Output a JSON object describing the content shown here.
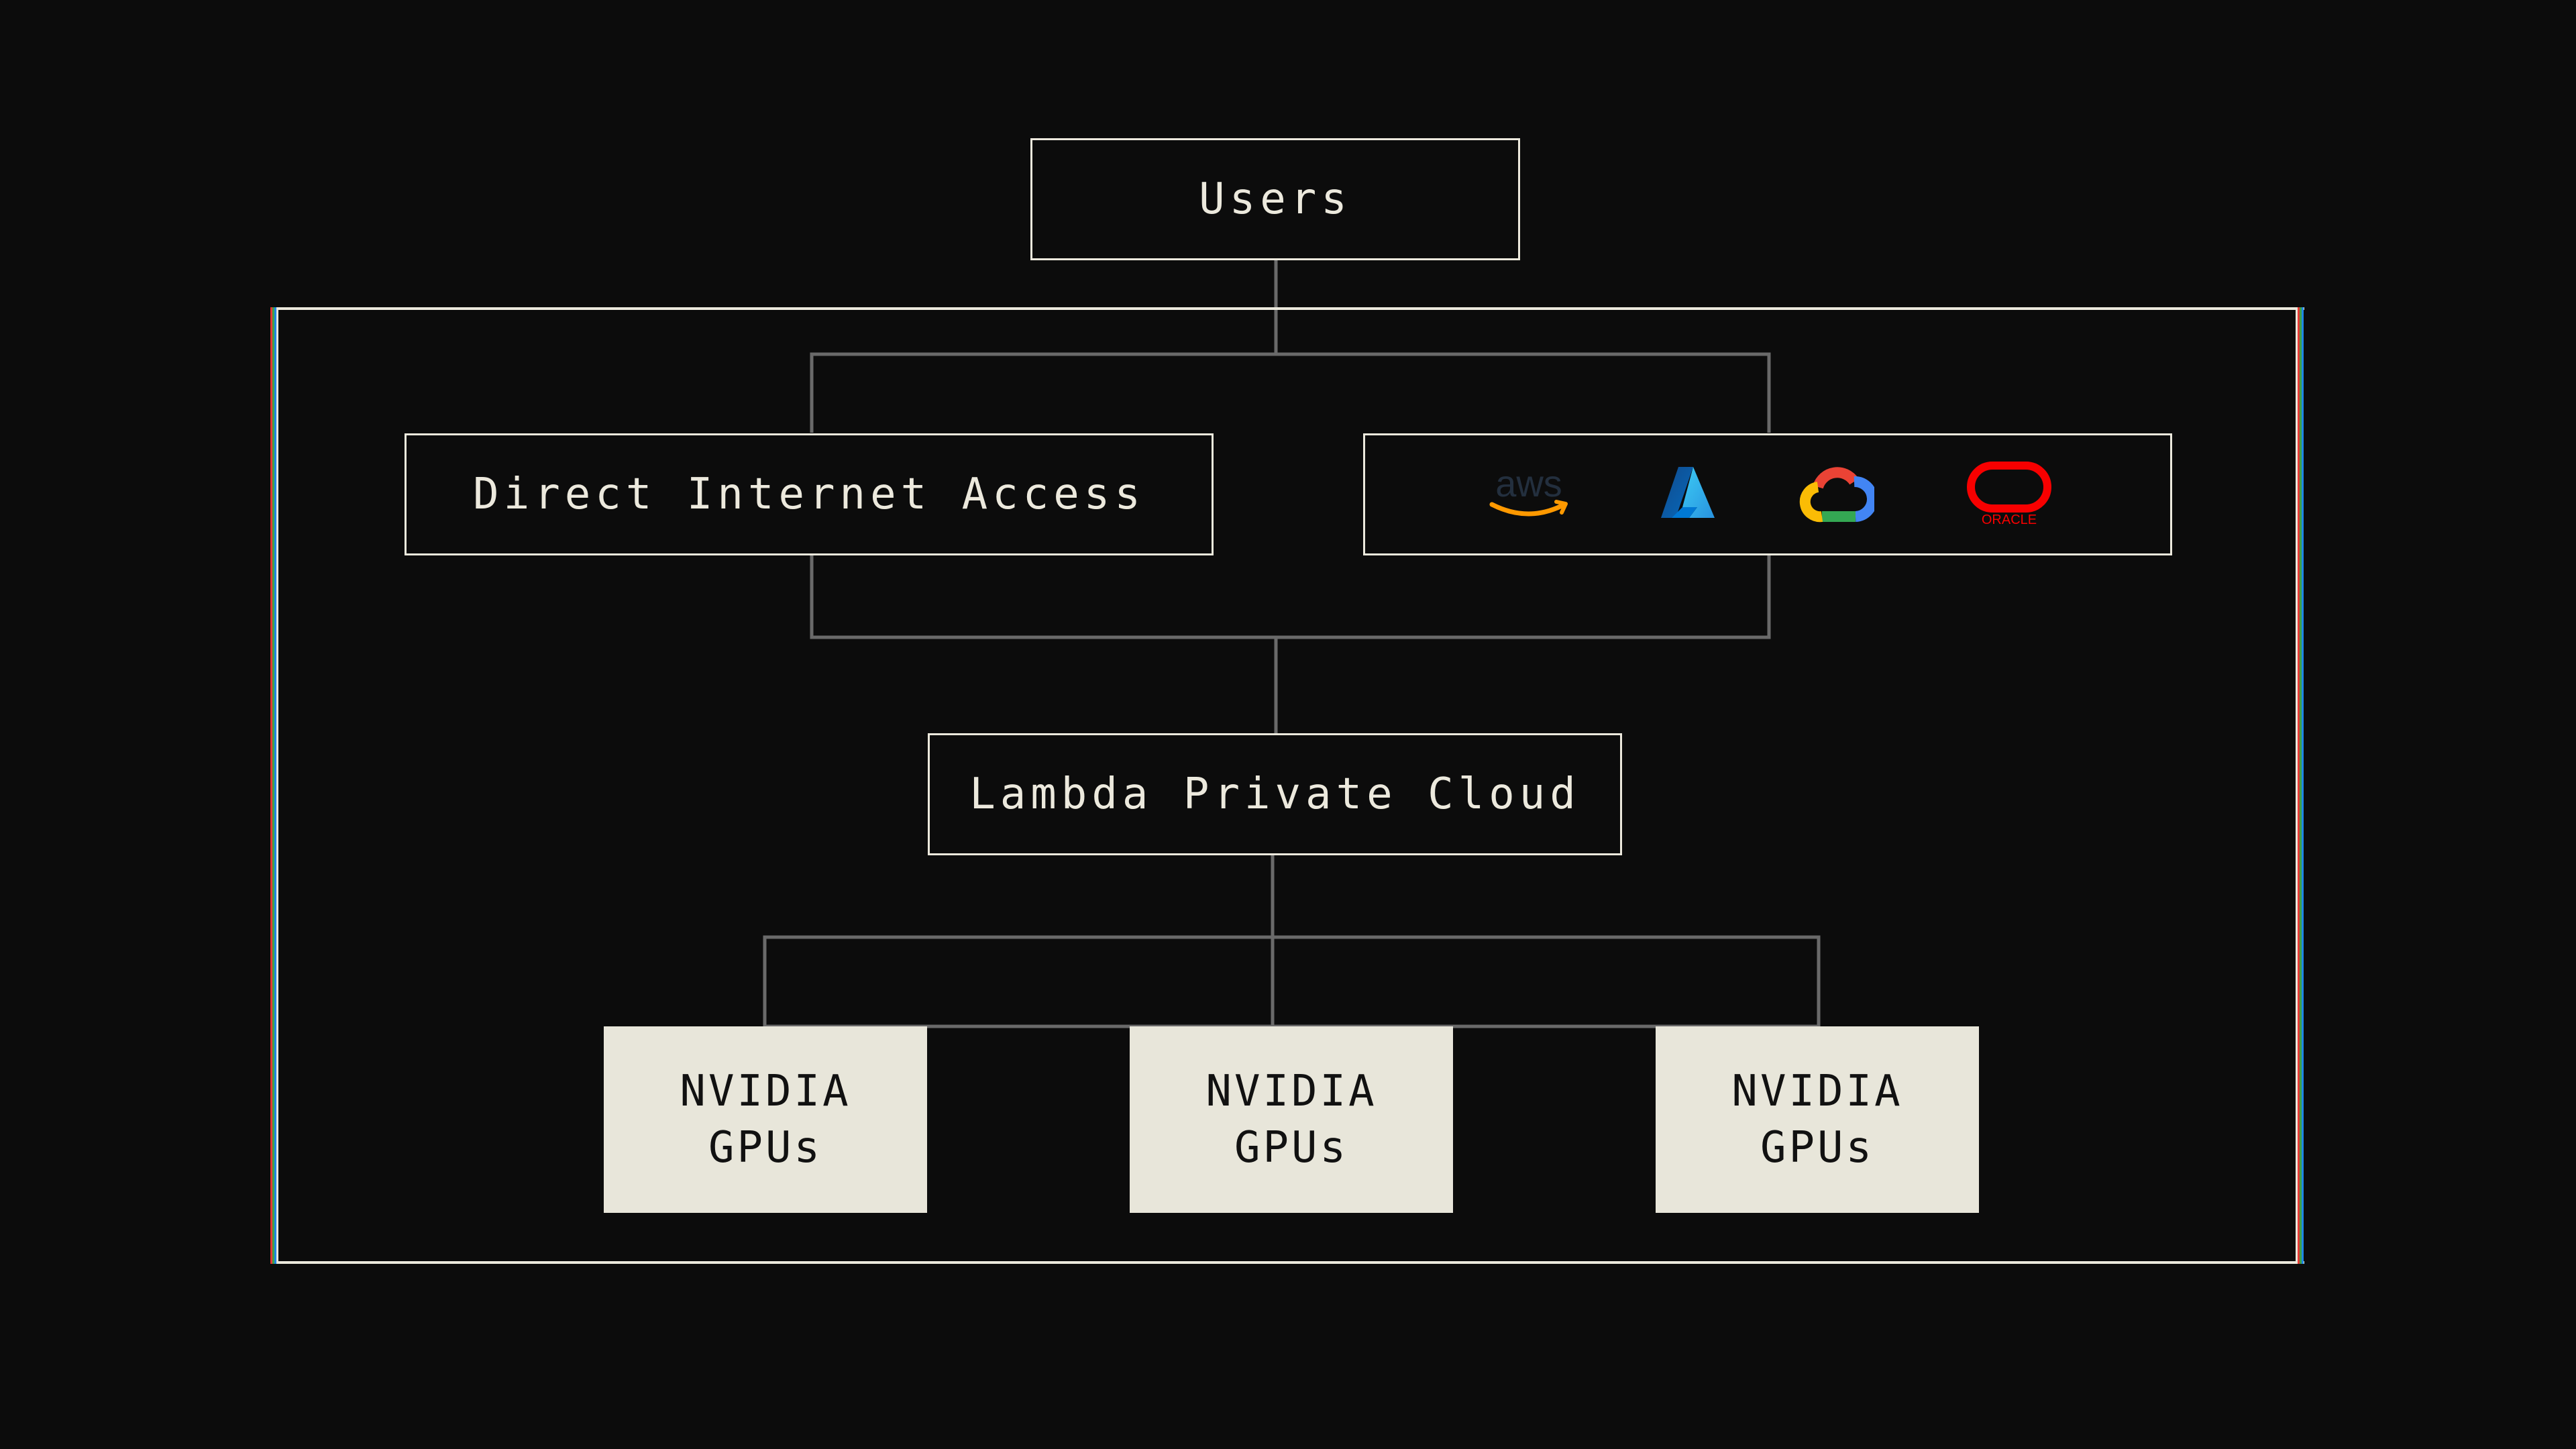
{
  "nodes": {
    "users": "Users",
    "direct_access": "Direct Internet Access",
    "private_cloud": "Lambda Private Cloud",
    "gpus": [
      {
        "line1": "NVIDIA",
        "line2": "GPUs"
      },
      {
        "line1": "NVIDIA",
        "line2": "GPUs"
      },
      {
        "line1": "NVIDIA",
        "line2": "GPUs"
      }
    ]
  },
  "cloud_providers": {
    "aws": "aws",
    "oracle": "ORACLE"
  },
  "icons": [
    "aws-logo-icon",
    "azure-logo-icon",
    "google-cloud-logo-icon",
    "oracle-logo-icon"
  ],
  "colors": {
    "background": "#0c0c0c",
    "line": "#ece9dd",
    "connector": "#6a6a6a",
    "gpu_fill": "#e8e6da",
    "aws_text": "#232f3e",
    "aws_smile": "#ff9900",
    "azure": "#0078d4",
    "oracle": "#f80000"
  }
}
